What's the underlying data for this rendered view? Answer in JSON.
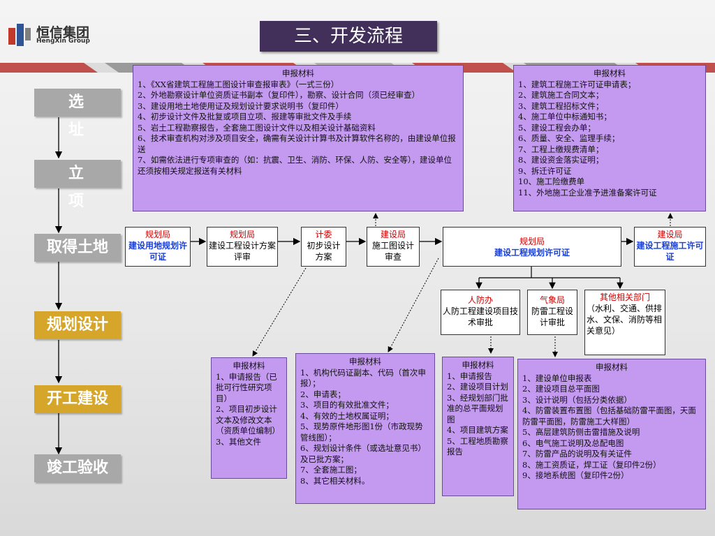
{
  "logo": {
    "cn": "恒信集团",
    "en": "HengXin Group"
  },
  "title": "三、开发流程",
  "stages": [
    "选址",
    "立项",
    "取得土地",
    "规划设计",
    "开工建设",
    "竣工验收"
  ],
  "flow_boxes": [
    {
      "agency": "规划局",
      "text": "建设用地规划许可证",
      "bold": true
    },
    {
      "agency": "规划局",
      "text": "建设工程设计方案评审",
      "bold": false
    },
    {
      "agency": "计委",
      "text": "初步设计方案",
      "bold": false
    },
    {
      "agency": "建设局",
      "text": "施工图设计审查",
      "bold": false
    },
    {
      "agency": "规划局",
      "text": "建设工程规划许可证",
      "bold": true
    },
    {
      "agency": "建设局",
      "text": "建设工程施工许可证",
      "bold": true
    }
  ],
  "sub_boxes": [
    {
      "agency": "人防办",
      "text": "人防工程建设项目技术审批"
    },
    {
      "agency": "气象局",
      "text": "防雷工程设计审批"
    },
    {
      "agency": "其他相关部门",
      "text": "（水利、交通、供排水、文保、消防等相关意见）"
    }
  ],
  "material_heading": "申报材料",
  "materials_top_left": [
    "1、《XX省建筑工程施工图设计审查报审表》（一式三份）",
    "2、外地勘察设计单位资质证书副本（复印件），勘察、设计合同（须已经审查）",
    "3、建设用地土地使用证及规划设计要求说明书（复印件）",
    "4、初步设计文件及批复或项目立项、报建等审批文件及手续",
    "5、岩土工程勘察报告，全套施工图设计文件以及相关设计基础资料",
    "6、技术审查机构对涉及项目安全，确需有关设计计算书及计算软件名称的，由建设单位报送",
    "7、如需依法进行专项审查的（如：抗震、卫生、消防、环保、人防、安全等），建设单位还须按相关规定报送有关材料"
  ],
  "materials_top_right": [
    "1、建筑工程施工许可证申请表；",
    "2、建筑施工合同文本；",
    "3、建筑工程招标文件；",
    "4、施工单位中标通知书；",
    "5、建设工程会办单；",
    "6、质量、安全、监理手续；",
    "7、工程上缴规费清单；",
    "8、建设资金落实证明；",
    "9、拆迁许可证",
    "10、施工险缴费单",
    "11、外地施工企业准予进淮备案许可证"
  ],
  "materials_bottom_1": [
    "1、申请报告（已批可行性研究项目）",
    "2、项目初步设计文本及修改文本（资质单位编制）",
    "3、其他文件"
  ],
  "materials_bottom_2": [
    "1、机构代码证副本、代码（首次申报）；",
    "2、申请表；",
    "3、项目的有效批准文件；",
    "4、有效的土地权属证明；",
    "5、现势原件地形图1份（市政现势管线图）；",
    "6、规划设计条件（或选址意见书）及已批方案；",
    "7、全套施工图；",
    "8、其它相关材料。"
  ],
  "materials_bottom_3": [
    "1、申请报告",
    "2、建设项目计划",
    "3、经规划部门批准的总平面规划图",
    "4、项目建筑方案",
    "5、工程地质勘察报告"
  ],
  "materials_bottom_4": [
    "1、建设单位申报表",
    "2、建设项目总平面图",
    "3、设计说明（包括分类依据）",
    "4、防雷装置布置图（包括基础防雷平面图，天面防雷平面图，防雷施工大样图）",
    "5、高层建筑防侧击雷措施及说明",
    "6、电气施工说明及总配电图",
    "7、防雷产品的说明及有关证件",
    "8、施工资质证，焊工证（复印件2份）",
    "9、接地系统图（复印件2份）"
  ],
  "colors": {
    "title_bg": "#42305a",
    "stage_gray": "#a8a8a8",
    "stage_gold": "#d6a62a",
    "material_bg": "#c49af0",
    "agency_red": "#d00000",
    "cert_blue": "#1a3fd6"
  }
}
